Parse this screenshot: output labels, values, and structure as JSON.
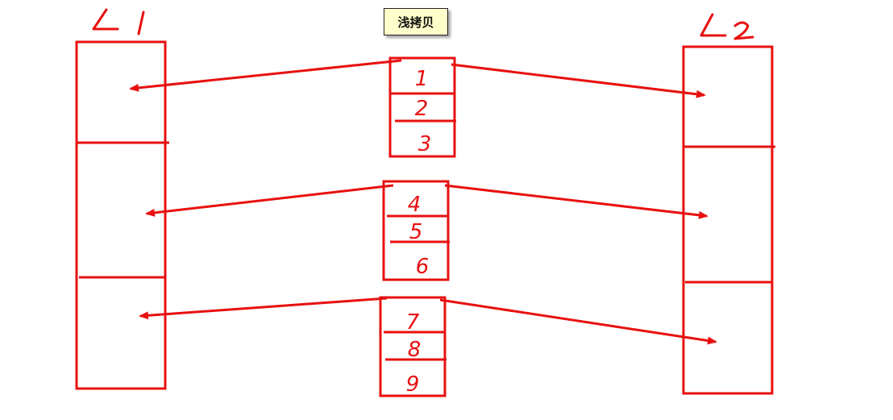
{
  "title": "浅拷贝",
  "lists": [
    {
      "label": "L1",
      "segments": 3
    },
    {
      "label": "L2",
      "segments": 3
    }
  ],
  "groups": [
    {
      "values": [
        "1",
        "2",
        "3"
      ]
    },
    {
      "values": [
        "4",
        "5",
        "6"
      ]
    },
    {
      "values": [
        "7",
        "8",
        "9"
      ]
    }
  ],
  "colors": {
    "stroke": "#e81010",
    "title_bg": "#ffffcc"
  }
}
